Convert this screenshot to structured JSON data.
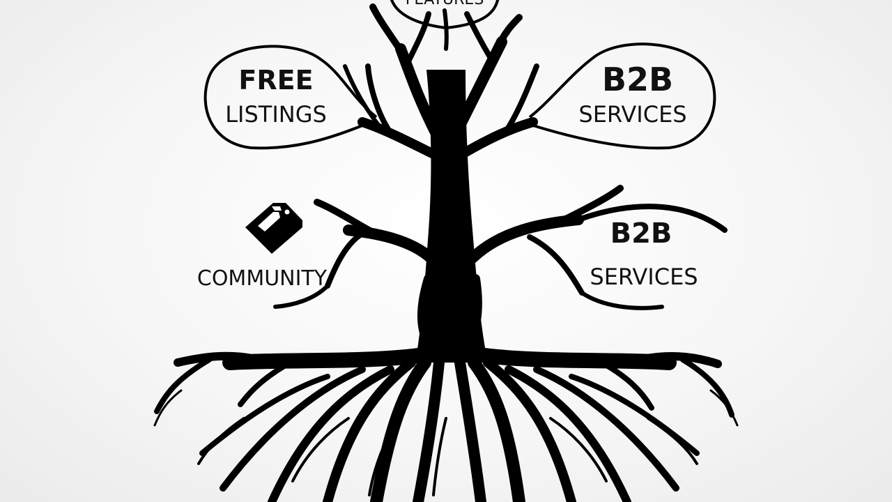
{
  "diagram": {
    "top_bubble_label": "FEATURES",
    "left_bubble": {
      "line1": "FREE",
      "line2": "LISTINGS"
    },
    "right_bubble": {
      "line1": "B2B",
      "line2": "SERVICES"
    },
    "left_branch_label": "COMMUNITY",
    "right_branch": {
      "line1": "B2B",
      "line2": "SERVICES"
    },
    "icons": {
      "left_icon": "tag-icon"
    },
    "colors": {
      "ink": "#000000",
      "background": "#f3f3f3"
    }
  }
}
